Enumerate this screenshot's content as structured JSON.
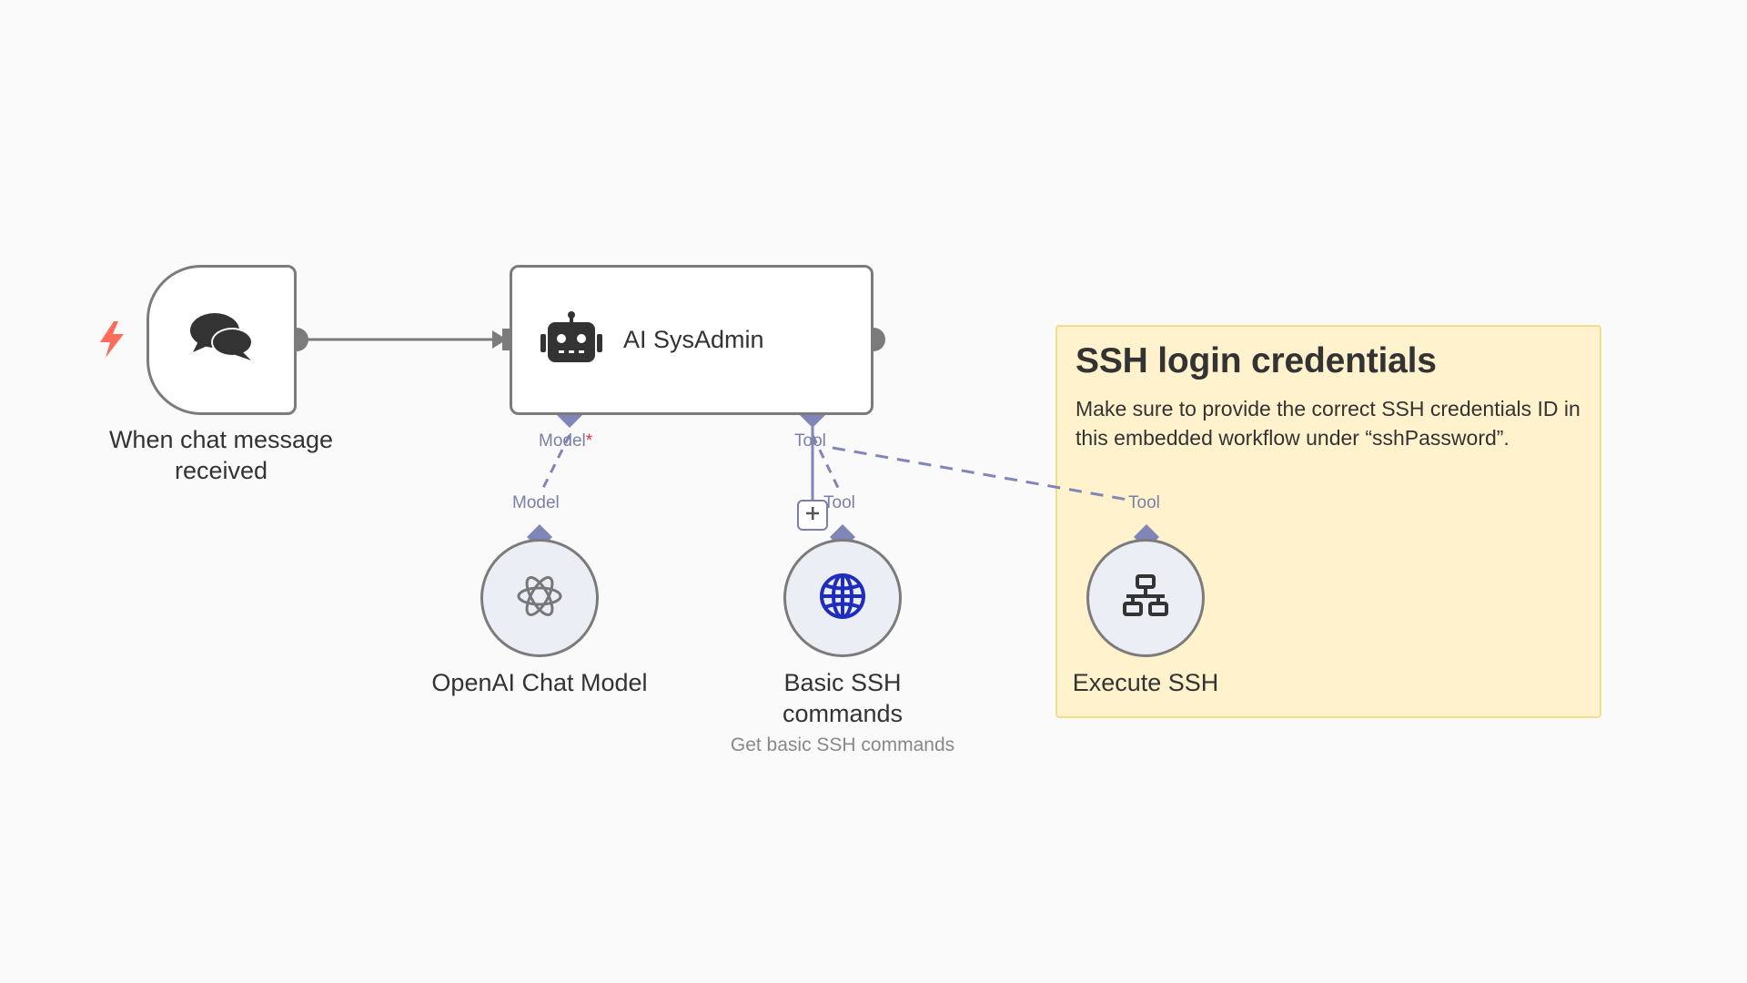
{
  "nodes": {
    "trigger": {
      "label_line1": "When chat message",
      "label_line2": "received"
    },
    "agent": {
      "title": "AI SysAdmin"
    },
    "model": {
      "label": "OpenAI Chat Model"
    },
    "basic_ssh": {
      "label_line1": "Basic SSH",
      "label_line2": "commands",
      "subtitle": "Get basic SSH commands"
    },
    "execute_ssh": {
      "label": "Execute SSH"
    }
  },
  "ports": {
    "agent_model": "Model",
    "agent_model_required": "*",
    "agent_tool": "Tool",
    "model_out": "Model",
    "basic_ssh_out": "Tool",
    "execute_ssh_out": "Tool"
  },
  "sticky": {
    "title": "SSH login credentials",
    "body": "Make sure to provide the correct SSH credentials ID in this embedded workflow under “sshPassword”."
  },
  "icons": {
    "trigger": "chat-bubbles-icon",
    "agent": "robot-icon",
    "model": "openai-logo-icon",
    "basic_ssh": "globe-icon",
    "execute_ssh": "network-icon",
    "trigger_badge": "lightning-icon",
    "add": "plus-icon"
  },
  "colors": {
    "canvas": "#fafafa",
    "node_border": "#7b7b7b",
    "port": "#8086b8",
    "edge_dashed": "#8086b8",
    "edge_main": "#7b7b7b",
    "sticky_bg": "#fff2cc",
    "sticky_border": "#f5dd8e",
    "lightning": "#ff6d5a",
    "globe": "#1f2dbf"
  }
}
